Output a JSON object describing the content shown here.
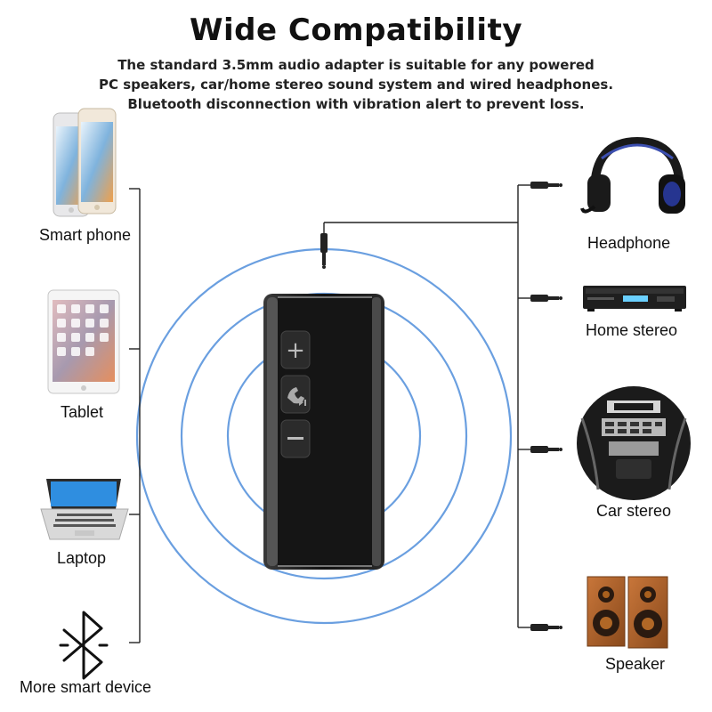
{
  "header": {
    "title": "Wide Compatibility",
    "subtitle_lines": [
      "The standard 3.5mm audio adapter is suitable for any powered",
      "PC speakers, car/home stereo sound system and wired headphones.",
      "Bluetooth disconnection with vibration alert to prevent loss."
    ]
  },
  "left_devices": [
    {
      "label": "Smart phone",
      "icon": "smartphone-icon"
    },
    {
      "label": "Tablet",
      "icon": "tablet-icon"
    },
    {
      "label": "Laptop",
      "icon": "laptop-icon"
    },
    {
      "label": "More smart device",
      "icon": "bluetooth-icon"
    }
  ],
  "right_devices": [
    {
      "label": "Headphone",
      "icon": "headphone-icon"
    },
    {
      "label": "Home stereo",
      "icon": "home-stereo-icon"
    },
    {
      "label": "Car stereo",
      "icon": "car-stereo-icon"
    },
    {
      "label": "Speaker",
      "icon": "speaker-icon"
    }
  ],
  "device": {
    "buttons": [
      {
        "symbol": "+",
        "icon": "plus-icon"
      },
      {
        "symbol": "call",
        "icon": "phone-play-icon"
      },
      {
        "symbol": "–",
        "icon": "minus-icon"
      }
    ]
  },
  "colors": {
    "wave": "#6a9fe0",
    "device_body": "#1c1c1c",
    "lines": "#222222"
  }
}
